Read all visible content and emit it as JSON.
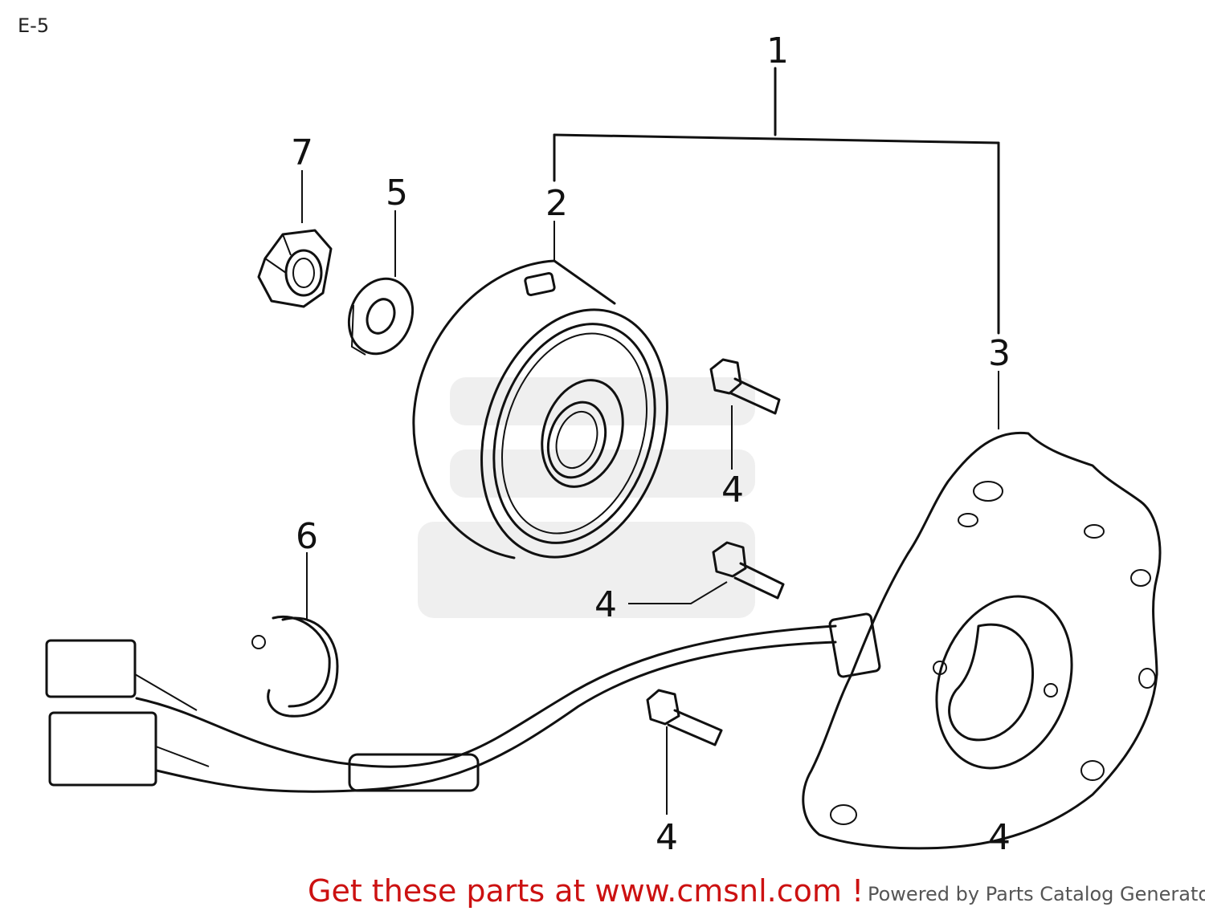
{
  "header": {
    "diagram_code": "E-5"
  },
  "callouts": [
    "1",
    "2",
    "3",
    "4",
    "4",
    "4",
    "4",
    "5",
    "6",
    "7"
  ],
  "parts": {
    "nut": "nut-icon",
    "washer": "washer-icon",
    "flywheel": "flywheel-icon",
    "stator": "stator-icon",
    "bolt": "bolt-icon",
    "clip": "clip-icon",
    "connector": "connector-icon"
  },
  "footer": {
    "promo": "Get these parts at www.cmsnl.com !",
    "powered_by": "Powered by Parts Catalog Generator"
  },
  "colors": {
    "promo": "#cc1111",
    "line": "#111111"
  }
}
